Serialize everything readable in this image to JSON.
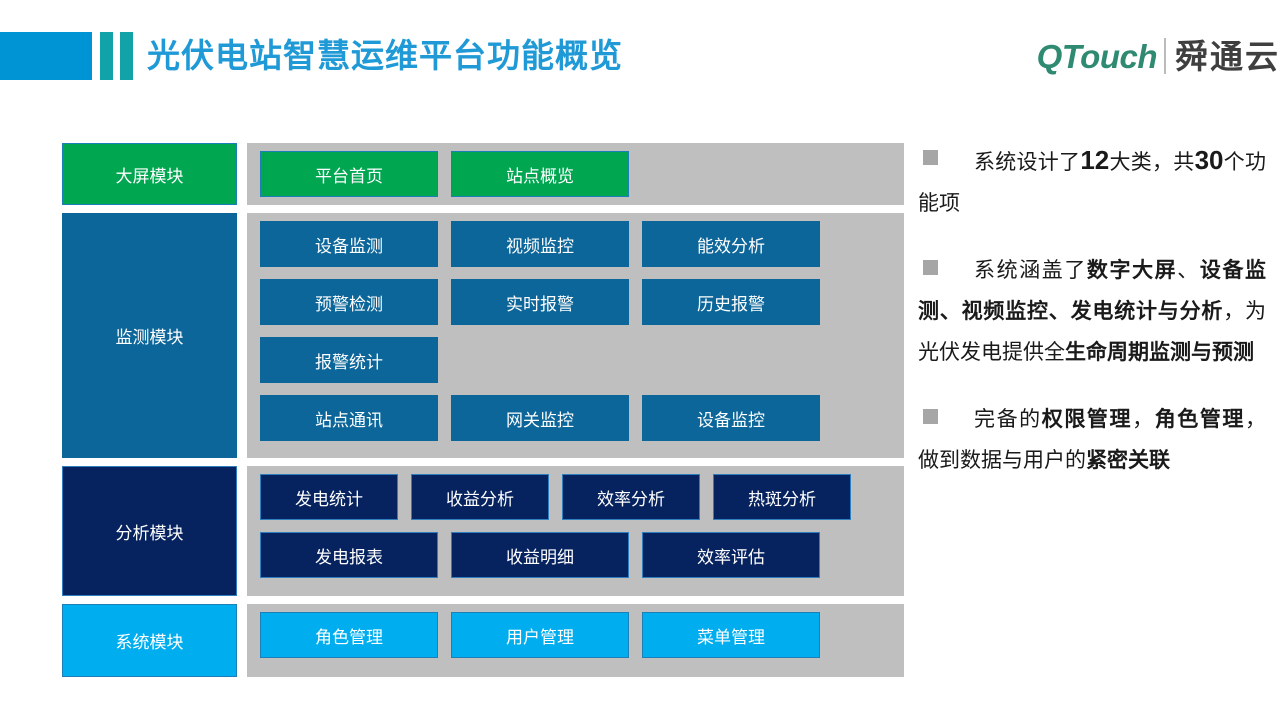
{
  "header": {
    "title": "光伏电站智慧运维平台功能概览",
    "logo_latin": "QTouch",
    "logo_cn": "舜通云",
    "accent_color": "#0094d4",
    "accent_bar_color": "#12a3a8",
    "title_color": "#1f9ad6",
    "logo_color": "#2f8a72"
  },
  "diagram": {
    "modules": [
      {
        "label": "大屏模块",
        "color": "#00a650",
        "style": "c-green",
        "rows": [
          {
            "chips": [
              {
                "text": "平台首页",
                "width": 178
              },
              {
                "text": "站点概览",
                "width": 178
              }
            ]
          }
        ]
      },
      {
        "label": "监测模块",
        "color": "#0c6699",
        "style": "c-blue",
        "rows": [
          {
            "chips": [
              {
                "text": "设备监测",
                "width": 178
              },
              {
                "text": "视频监控",
                "width": 178
              },
              {
                "text": "能效分析",
                "width": 178
              }
            ]
          },
          {
            "chips": [
              {
                "text": "预警检测",
                "width": 178
              },
              {
                "text": "实时报警",
                "width": 178
              },
              {
                "text": "历史报警",
                "width": 178
              }
            ]
          },
          {
            "chips": [
              {
                "text": "报警统计",
                "width": 178
              }
            ]
          },
          {
            "chips": [
              {
                "text": "站点通讯",
                "width": 178
              },
              {
                "text": "网关监控",
                "width": 178
              },
              {
                "text": "设备监控",
                "width": 178
              }
            ]
          }
        ]
      },
      {
        "label": "分析模块",
        "color": "#062360",
        "style": "c-navy",
        "rows": [
          {
            "chips": [
              {
                "text": "发电统计",
                "width": 138
              },
              {
                "text": "收益分析",
                "width": 138
              },
              {
                "text": "效率分析",
                "width": 138
              },
              {
                "text": "热斑分析",
                "width": 138
              }
            ]
          },
          {
            "chips": [
              {
                "text": "发电报表",
                "width": 178
              },
              {
                "text": "收益明细",
                "width": 178
              },
              {
                "text": "效率评估",
                "width": 178
              }
            ]
          }
        ]
      },
      {
        "label": "系统模块",
        "color": "#00aeef",
        "style": "c-cyan",
        "rows": [
          {
            "chips": [
              {
                "text": "角色管理",
                "width": 178
              },
              {
                "text": "用户管理",
                "width": 178
              },
              {
                "text": "菜单管理",
                "width": 178
              }
            ]
          }
        ]
      }
    ],
    "panel_bg": "#bfbfbf"
  },
  "notes": {
    "bullet_color": "#a6a6a6",
    "items": [
      {
        "id": "note-1",
        "parts": [
          {
            "t": "系统设计了",
            "b": false,
            "n": false
          },
          {
            "t": "12",
            "b": true,
            "n": true
          },
          {
            "t": "大类，共",
            "b": false,
            "n": false
          },
          {
            "t": "30",
            "b": true,
            "n": true
          },
          {
            "t": "个功能项",
            "b": false,
            "n": false
          }
        ]
      },
      {
        "id": "note-2",
        "parts": [
          {
            "t": "系统涵盖了",
            "b": false,
            "n": false
          },
          {
            "t": "数字大屏",
            "b": true,
            "n": false
          },
          {
            "t": "、",
            "b": false,
            "n": false
          },
          {
            "t": "设备监测、视频监控、发电统计与分析",
            "b": true,
            "n": false
          },
          {
            "t": "，为光伏发电提供全",
            "b": false,
            "n": false
          },
          {
            "t": "生命周期监测与预测",
            "b": true,
            "n": false
          }
        ]
      },
      {
        "id": "note-3",
        "parts": [
          {
            "t": "完备的",
            "b": false,
            "n": false
          },
          {
            "t": "权限管理",
            "b": true,
            "n": false
          },
          {
            "t": "，",
            "b": false,
            "n": false
          },
          {
            "t": "角色管理",
            "b": true,
            "n": false
          },
          {
            "t": "，做到数据与用户的",
            "b": false,
            "n": false
          },
          {
            "t": "紧密关联",
            "b": true,
            "n": false
          }
        ]
      }
    ]
  }
}
